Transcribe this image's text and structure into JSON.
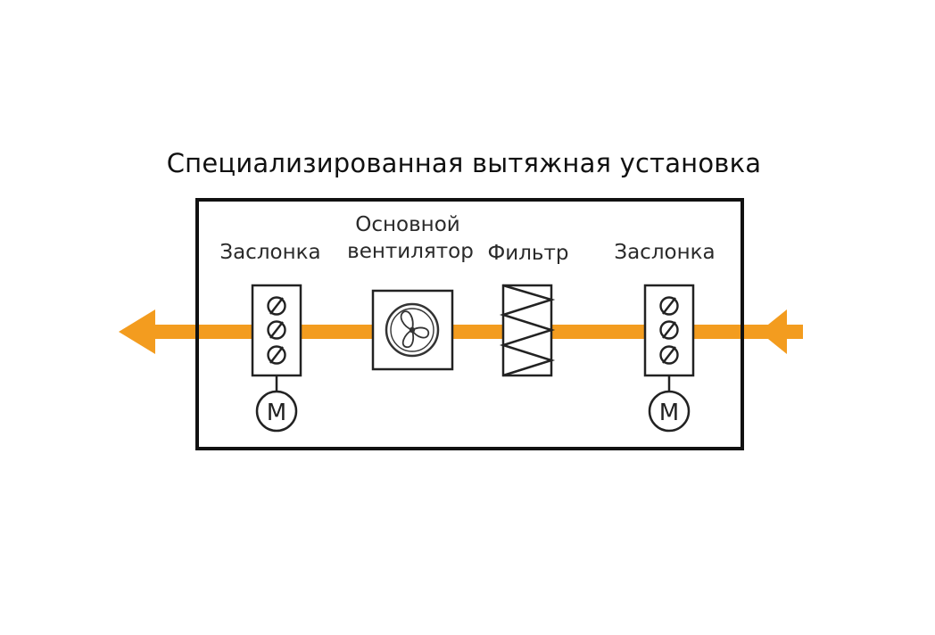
{
  "title": "Специализированная вытяжная установка",
  "labels": {
    "damper_left": "Заслонка",
    "fan_line1": "Основной",
    "fan_line2": "вентилятор",
    "filter": "Фильтр",
    "damper_right": "Заслонка"
  },
  "motor_label": "M",
  "colors": {
    "airflow": "#f39c1f",
    "outline": "#111111"
  },
  "icons": [
    "damper-icon",
    "fan-icon",
    "filter-icon",
    "motor-icon",
    "arrow-left-icon"
  ]
}
